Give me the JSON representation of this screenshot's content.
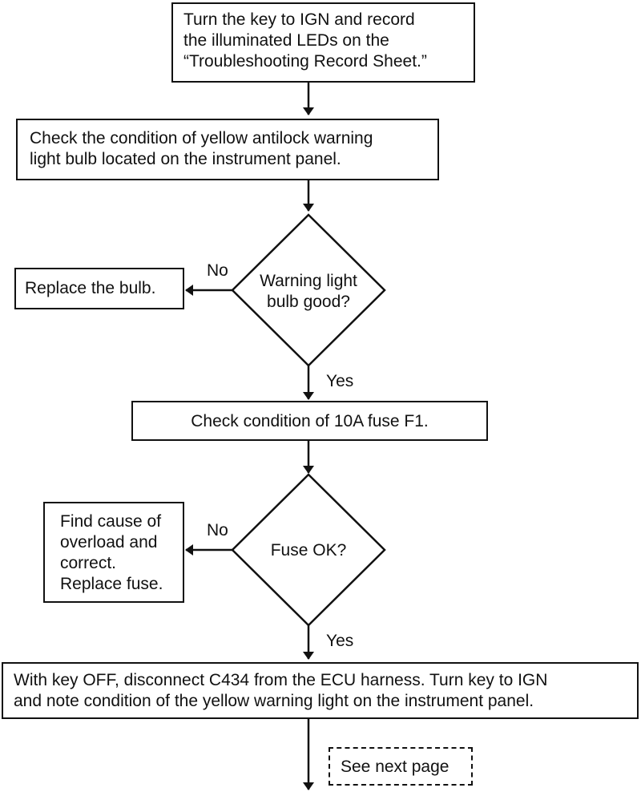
{
  "flowchart": {
    "step1": [
      "Turn the key to IGN and record",
      "the illuminated LEDs on the",
      "“Troubleshooting Record Sheet.”"
    ],
    "step2": [
      "Check the condition of yellow antilock warning",
      "light bulb located on the instrument panel."
    ],
    "decision1": [
      "Warning light",
      "bulb good?"
    ],
    "decision1_no_action": "Replace the bulb.",
    "step3": "Check condition of 10A fuse F1.",
    "decision2": "Fuse OK?",
    "decision2_no_action": [
      "Find cause of",
      "overload and",
      "correct.",
      "Replace fuse."
    ],
    "step4": [
      "With key OFF, disconnect C434 from the ECU harness. Turn key to IGN",
      "and note condition of the yellow warning light on the instrument panel."
    ],
    "continuation": "See next page",
    "labels": {
      "no": "No",
      "yes": "Yes"
    }
  }
}
